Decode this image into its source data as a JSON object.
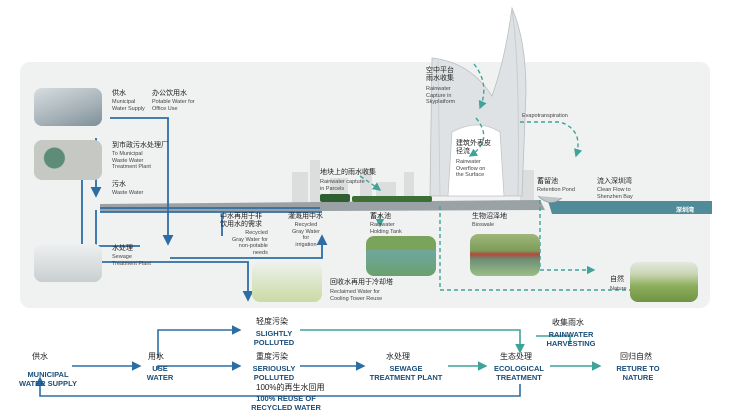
{
  "sources": {
    "municipal_supply": {
      "zh": "供水",
      "en": "Municipal\nWater Supply"
    },
    "office_water": {
      "zh": "办公饮用水",
      "en": "Potable Water for\nOffice Use"
    },
    "treatment_plant": {
      "zh": "到市政污水处理厂",
      "en": "To Municipal\nWaste Water\nTreatment Plant"
    },
    "waste_water": {
      "zh": "污水",
      "en": "Waste Water"
    },
    "sewage_treatment": {
      "zh": "水处理",
      "en": "Sewage\nTreatment Plant"
    }
  },
  "reuse": {
    "non_potable": {
      "zh": "中水再用于非\n饮用水的需求",
      "en": "Recycled\nGray Water for\nnon-potable\nneeds"
    },
    "irrigation": {
      "zh": "灌溉用中水",
      "en": "Recycled\nGray Water\nfor\nirrigation"
    },
    "cooling": {
      "zh": "回收水再用于冷却塔",
      "en": "Reclaimed Water for\nCooling Tower Reuse"
    }
  },
  "tower": {
    "sky_platform": {
      "zh": "空中平台\n雨水收集",
      "en": "Rainwater\nCapture in\nSkyplatform"
    },
    "evapo": {
      "en": "Evapotranspiration"
    },
    "overflow": {
      "zh": "建筑外表皮\n径流",
      "en": "Rainwater\nOverflow on\nthe Surface"
    }
  },
  "site": {
    "parcels": {
      "zh": "地块上的雨水收集",
      "en": "Rainwater capture\nin Parcels"
    },
    "retention": {
      "zh": "蓄留池",
      "en": "Retention Pond"
    },
    "shenzhen": {
      "zh": "流入深圳湾",
      "en": "Clean Flow to\nShenzhen Bay"
    },
    "bay": {
      "zh": "深圳湾"
    },
    "holding": {
      "zh": "蓄水池",
      "en": "Rainwater\nHolding Tank"
    },
    "bioswale": {
      "zh": "生物沼泽地",
      "en": "Bioswale"
    },
    "nature": {
      "zh": "自然",
      "en": "Nature"
    }
  },
  "flow": {
    "supply": {
      "zh": "供水",
      "en": "MUNICIPAL\nWATER SUPPLY"
    },
    "use": {
      "zh": "用水",
      "en": "USE\nWATER"
    },
    "slightly": {
      "zh": "轻度污染",
      "en": "SLIGHTLY\nPOLLUTED"
    },
    "seriously": {
      "zh": "重度污染",
      "en": "SERIOUSLY\nPOLLUTED"
    },
    "sewage": {
      "zh": "水处理",
      "en": "SEWAGE\nTREATMENT PLANT"
    },
    "rain": {
      "zh": "收集雨水",
      "en": "RAINWATER\nHARVESTING"
    },
    "eco": {
      "zh": "生态处理",
      "en": "ECOLOGICAL\nTREATMENT"
    },
    "nature": {
      "zh": "回归自然",
      "en": "RETURE TO\nNATURE"
    },
    "reuse": {
      "zh": "100%的再生水回用",
      "en": "100% REUSE OF\nRECYCLED WATER"
    }
  },
  "colors": {
    "blue": "#2e6da4",
    "teal": "#3fa39a",
    "bay": "#4f8b99",
    "green": "#7bb84a"
  }
}
